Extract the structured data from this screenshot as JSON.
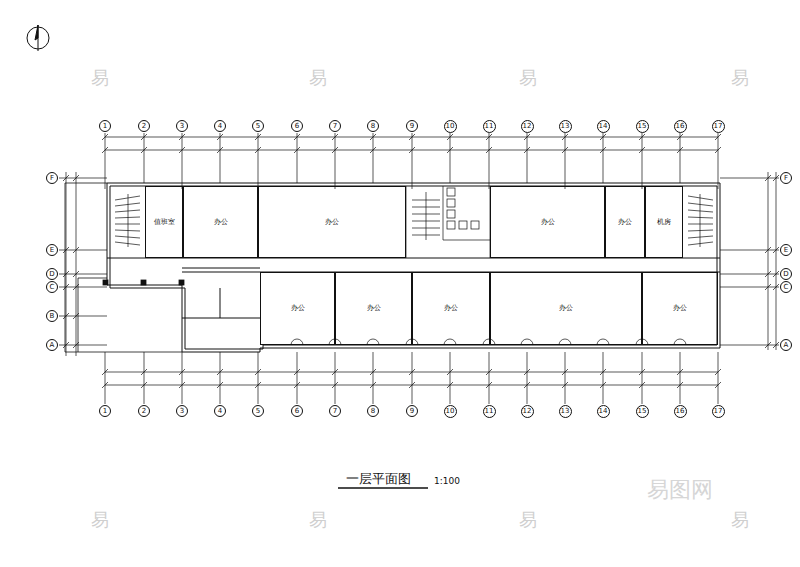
{
  "diagram": {
    "title": "一层平面图",
    "nodes": [
      {
        "text": [
          "1"
        ]
      },
      {
        "text": [
          "2"
        ]
      },
      {
        "text": [
          "3"
        ]
      },
      {
        "text": [
          "4"
        ]
      },
      {
        "text": [
          "5"
        ]
      },
      {
        "text": [
          "6"
        ]
      },
      {
        "text": [
          "7"
        ]
      },
      {
        "text": [
          "8"
        ]
      },
      {
        "text": [
          "9"
        ]
      },
      {
        "text": [
          "10"
        ]
      },
      {
        "text": [
          "11"
        ]
      },
      {
        "text": [
          "12"
        ]
      },
      {
        "text": [
          "13"
        ]
      },
      {
        "text": [
          "14"
        ]
      },
      {
        "text": [
          "15"
        ]
      },
      {
        "text": [
          "16"
        ]
      },
      {
        "text": [
          "17"
        ]
      },
      {
        "text": [
          "F"
        ]
      },
      {
        "text": [
          "E"
        ]
      },
      {
        "text": [
          "D"
        ]
      },
      {
        "text": [
          "C"
        ]
      },
      {
        "text": [
          "B"
        ]
      },
      {
        "text": [
          "A"
        ]
      },
      {
        "text": [
          "F"
        ]
      },
      {
        "text": [
          "E"
        ]
      },
      {
        "text": [
          "D"
        ]
      },
      {
        "text": [
          "C"
        ]
      },
      {
        "text": [
          "A"
        ]
      },
      {
        "text": [
          "值班室"
        ]
      },
      {
        "text": [
          "办公"
        ]
      },
      {
        "text": [
          "办公"
        ]
      },
      {
        "text": [
          "办公"
        ]
      },
      {
        "text": [
          "办公"
        ]
      },
      {
        "text": [
          "机房"
        ]
      },
      {
        "text": [
          "办公"
        ]
      },
      {
        "text": [
          "办公"
        ]
      },
      {
        "text": [
          "办公"
        ]
      },
      {
        "text": [
          "办公"
        ]
      },
      {
        "text": [
          "办公"
        ]
      },
      {
        "text": [
          "1"
        ]
      },
      {
        "text": [
          "2"
        ]
      },
      {
        "text": [
          "3"
        ]
      },
      {
        "text": [
          "4"
        ]
      },
      {
        "text": [
          "5"
        ]
      },
      {
        "text": [
          "6"
        ]
      },
      {
        "text": [
          "7"
        ]
      },
      {
        "text": [
          "8"
        ]
      },
      {
        "text": [
          "9"
        ]
      },
      {
        "text": [
          "10"
        ]
      },
      {
        "text": [
          "11"
        ]
      },
      {
        "text": [
          "12"
        ]
      },
      {
        "text": [
          "13"
        ]
      },
      {
        "text": [
          "14"
        ]
      },
      {
        "text": [
          "15"
        ]
      },
      {
        "text": [
          "16"
        ]
      },
      {
        "text": [
          "17"
        ]
      }
    ],
    "labels": [
      "易",
      "易",
      "易",
      "易",
      "易",
      "易",
      "易",
      "易",
      "易图网",
      "1:100"
    ]
  }
}
